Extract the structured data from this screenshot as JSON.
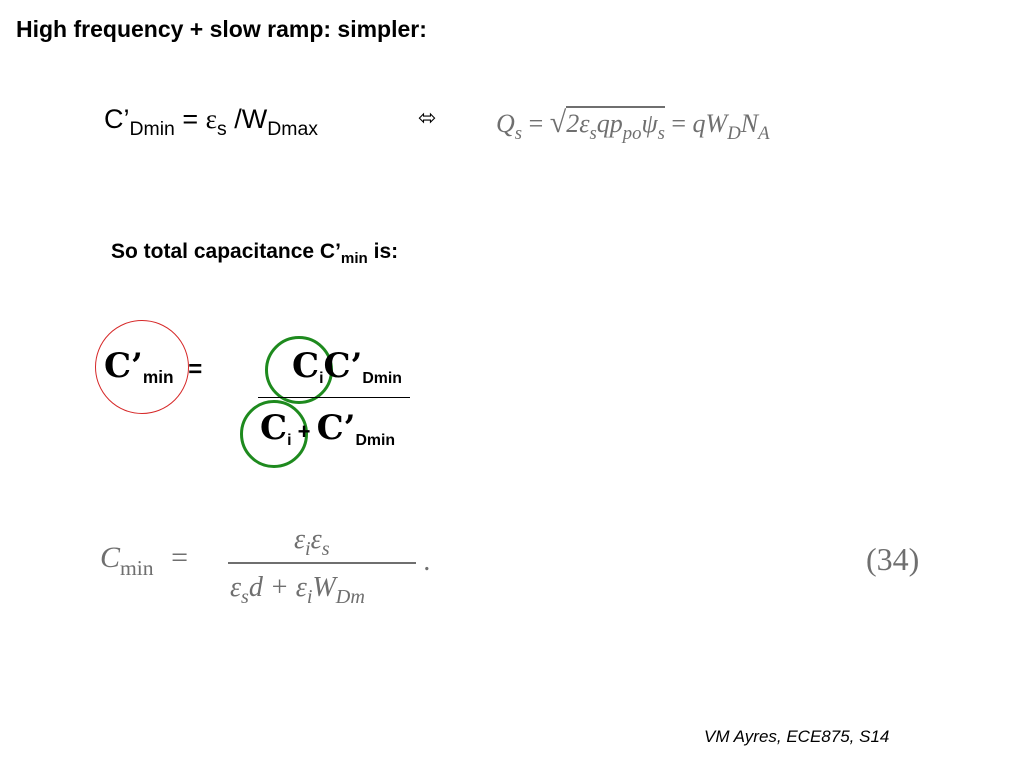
{
  "slide": {
    "title": "High frequency + slow ramp: simpler:",
    "eq1": {
      "lhs": "C’",
      "lhs_sub": "Dmin",
      "equals": "=",
      "eps": "ε",
      "eps_sub": "s",
      "slash": "/W",
      "w_sub": "Dmax",
      "arrow": "⬄"
    },
    "image_eq1": {
      "q": "Q",
      "q_sub": "s",
      "eq": "=",
      "sqrt_body_a": "2ε",
      "sqrt_sub_s": "s",
      "sqrt_body_b": "qp",
      "sqrt_sub_po": "po",
      "sqrt_body_c": "ψ",
      "sqrt_sub_s2": "s",
      "eq2": "=",
      "rhs_a": "qW",
      "rhs_sub_d": "D",
      "rhs_b": "N",
      "rhs_sub_a": "A"
    },
    "subtitle_a": "So total capacitance C’",
    "subtitle_sub": "min",
    "subtitle_b": " is:",
    "eq2": {
      "lhs_c": "C’",
      "lhs_sub": "min",
      "equals": "=",
      "num_ci": "C",
      "num_ci_sub": "i",
      "num_cd": "C’",
      "num_cd_sub": "Dmin",
      "den_ci": "C",
      "den_ci_sub": "i",
      "den_plus": "+",
      "den_cd": "C’",
      "den_cd_sub": "Dmin"
    },
    "image_eq2": {
      "lhs": "C",
      "lhs_sub": "min",
      "eq": "=",
      "num_a": "ε",
      "num_sub_i": "i",
      "num_b": "ε",
      "num_sub_s": "s",
      "den_a": "ε",
      "den_sub_s": "s",
      "den_b": "d + ε",
      "den_sub_i": "i",
      "den_c": "W",
      "den_sub_dm": "Dm",
      "period": ".",
      "number": "(34)"
    },
    "footer": "VM Ayres, ECE875, S14"
  },
  "colors": {
    "red_circle": "#d62828",
    "green_circle": "#1e8a1e"
  }
}
